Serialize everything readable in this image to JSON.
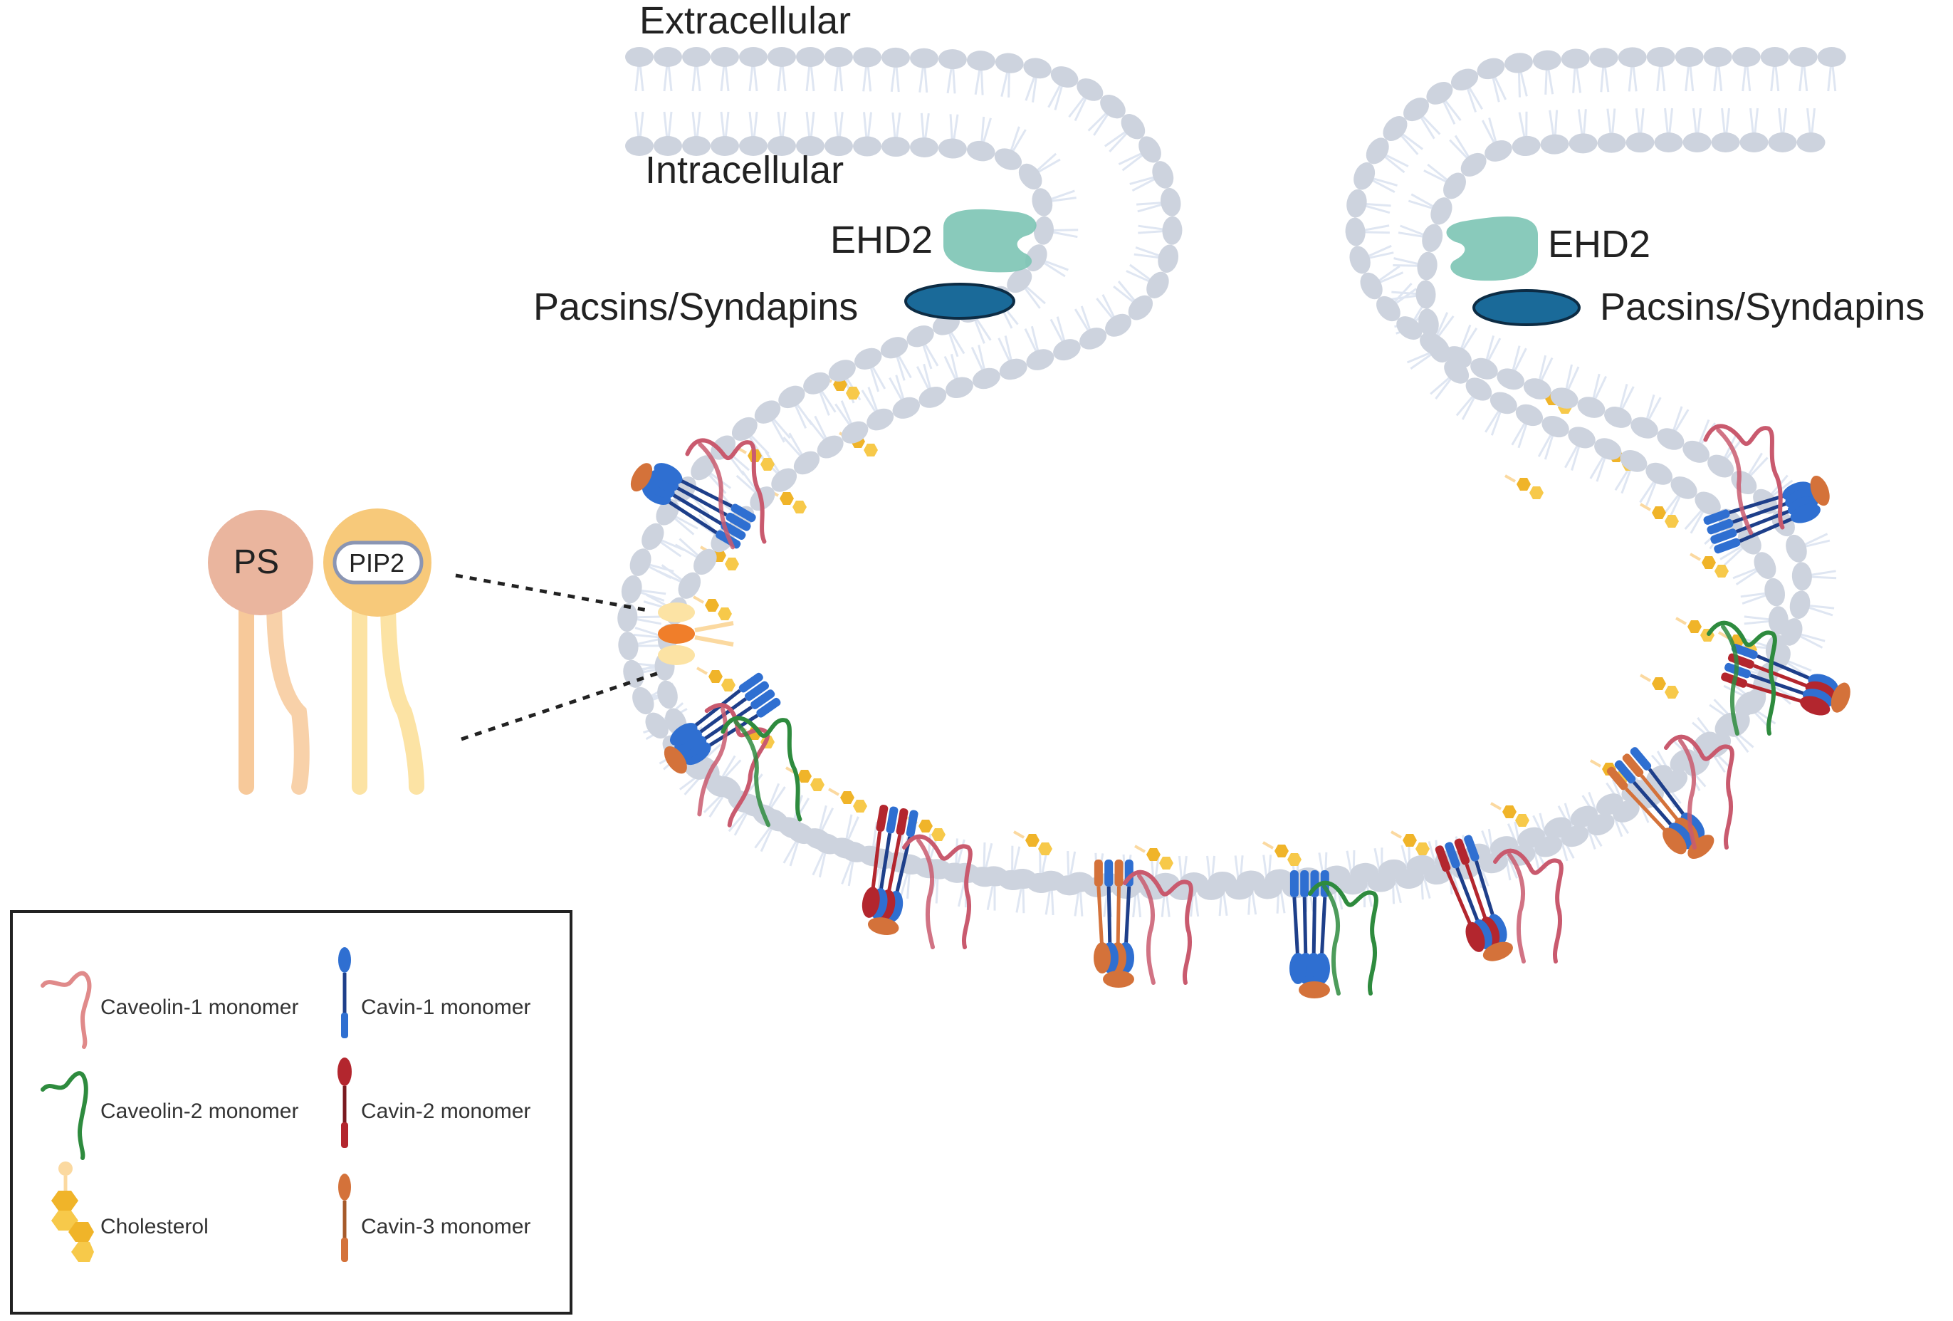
{
  "labels": {
    "extracellular": "Extracellular",
    "intracellular": "Intracellular",
    "ehd2_left": "EHD2",
    "ehd2_right": "EHD2",
    "pacsins_left": "Pacsins/Syndapins",
    "pacsins_right": "Pacsins/Syndapins"
  },
  "lipids": {
    "ps": "PS",
    "pip2": "PIP2"
  },
  "legend": {
    "items": [
      {
        "label": "Caveolin-1 monomer",
        "icon": "caveolin-1-icon",
        "color": "#c95a6e"
      },
      {
        "label": "Caveolin-2 monomer",
        "icon": "caveolin-2-icon",
        "color": "#2e8b3e"
      },
      {
        "label": "Cholesterol",
        "icon": "cholesterol-icon",
        "color": "#f0b429"
      },
      {
        "label": "Cavin-1 monomer",
        "icon": "cavin-1-icon",
        "color": "#2f6fd1"
      },
      {
        "label": "Cavin-2 monomer",
        "icon": "cavin-2-icon",
        "color": "#b3262e"
      },
      {
        "label": "Cavin-3 monomer",
        "icon": "cavin-3-icon",
        "color": "#d4723a"
      }
    ]
  },
  "colors": {
    "lipid_head": "#cdd3de",
    "lipid_tail": "#dfe6f2",
    "ehd2": "#7cc4b4",
    "pacsin": "#1a6a99",
    "ps": "#eab59e",
    "pip2": "#f7c97a",
    "cav1": "#c95a6e",
    "cav2": "#2e8b3e",
    "cavin1": "#2f6fd1",
    "cavin2": "#b3262e",
    "cavin3": "#d4723a",
    "cholesterol": "#f0b429"
  }
}
